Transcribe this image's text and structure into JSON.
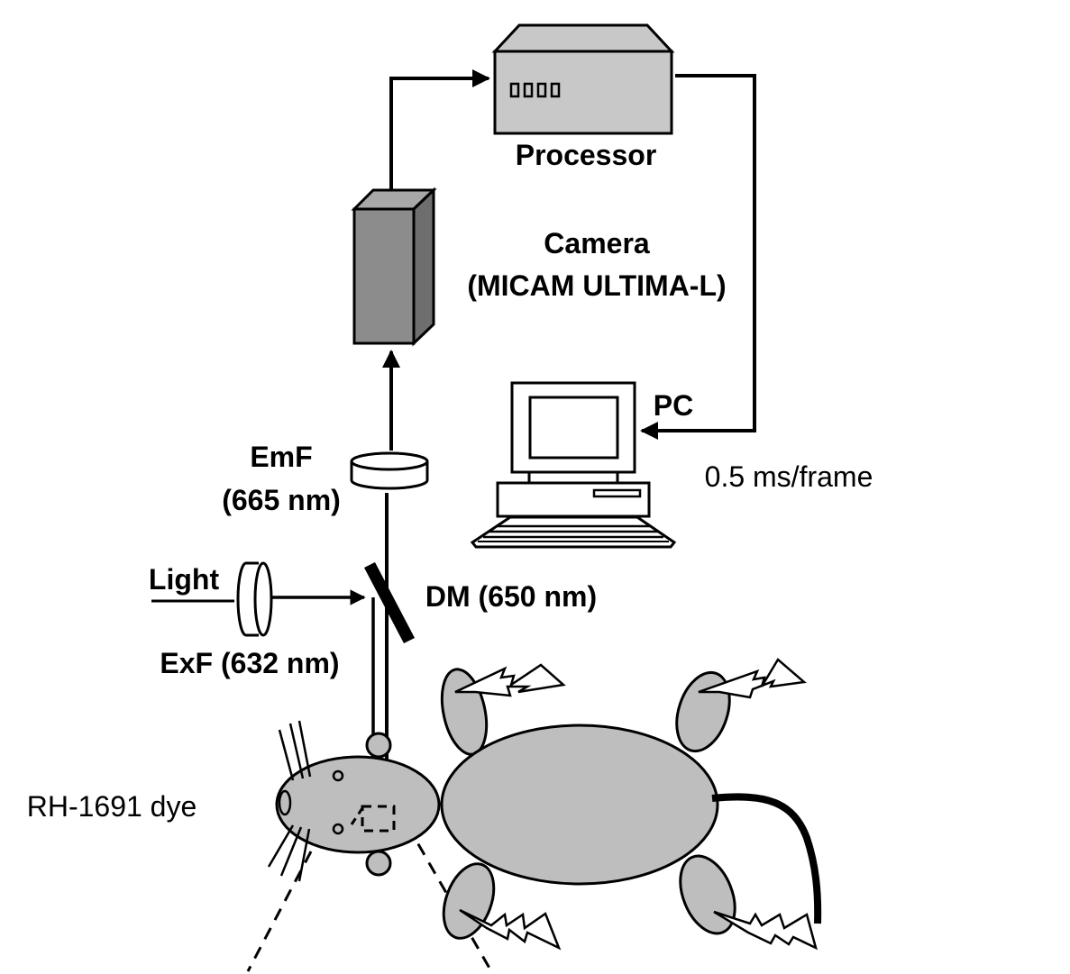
{
  "diagram": {
    "type": "optical imaging setup schematic",
    "labels": {
      "processor": "Processor",
      "camera_line1": "Camera",
      "camera_line2": "(MICAM ULTIMA-L)",
      "pc": "PC",
      "frame_rate": "0.5 ms/frame",
      "emf_line1": "EmF",
      "emf_line2": "(665 nm)",
      "light": "Light",
      "dm": "DM (650 nm)",
      "exf": "ExF (632 nm)",
      "dye": "RH-1691 dye"
    },
    "components": [
      "processor",
      "camera",
      "pc",
      "emission-filter",
      "excitation-filter",
      "dichroic-mirror",
      "mouse"
    ],
    "connections": [
      {
        "from": "camera",
        "to": "processor"
      },
      {
        "from": "processor",
        "to": "pc"
      },
      {
        "from": "emission-filter",
        "to": "camera"
      },
      {
        "from": "light",
        "to": "dichroic-mirror"
      },
      {
        "from": "dichroic-mirror",
        "to": "mouse-head"
      }
    ],
    "colors": {
      "processor_fill": "#c8c8c8",
      "camera_front": "#8c8c8c",
      "camera_top": "#a8a8a8",
      "camera_side": "#6e6e6e",
      "mouse_fill": "#bebebe",
      "stroke": "#000000"
    }
  }
}
